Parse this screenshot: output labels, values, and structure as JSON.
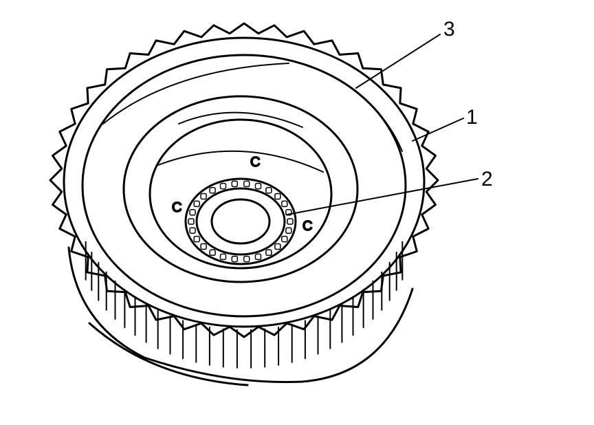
{
  "callouts": [
    {
      "id": "1",
      "text": "1"
    },
    {
      "id": "2",
      "text": "2"
    },
    {
      "id": "3",
      "text": "3"
    }
  ],
  "colors": {
    "line": "#000000",
    "background": "#ffffff"
  },
  "gear": {
    "outer_teeth": 40,
    "side_splines": 36,
    "bearing_rollers": 26
  }
}
